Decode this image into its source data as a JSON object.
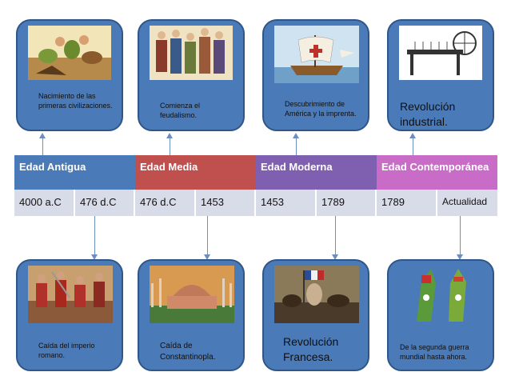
{
  "eras": [
    {
      "label": "Edad Antigua",
      "color": "#4a7ab8"
    },
    {
      "label": "Edad  Media",
      "color": "#c0504d"
    },
    {
      "label": "Edad Moderna",
      "color": "#7f5fb0"
    },
    {
      "label": "Edad Contemporánea",
      "color": "#c86cc8"
    }
  ],
  "dates": [
    "4000 a.C",
    "476 d.C",
    "476 d.C",
    "1453",
    "1453",
    "1789",
    "1789",
    "Actualidad"
  ],
  "top_cards": [
    {
      "text": "Nacimiento de las primeras civilizaciones.",
      "image": "cavemen-illustration"
    },
    {
      "text": "Comienza el feudalismo.",
      "image": "medieval-figures-illustration"
    },
    {
      "text": "Descubrimiento de América y la imprenta.",
      "image": "caravel-ship-illustration"
    },
    {
      "text": "Revolución industrial.",
      "image": "spinning-machine-illustration"
    }
  ],
  "bottom_cards": [
    {
      "text": "Caída del imperio romano.",
      "image": "roman-battle-illustration"
    },
    {
      "text": "Caída de Constantinopla.",
      "image": "hagia-sophia-photo"
    },
    {
      "text": "Revolución Francesa.",
      "image": "liberty-leading-painting"
    },
    {
      "text": "De la segunda guerra mundial hasta ahora.",
      "image": "missile-cartoon"
    }
  ]
}
